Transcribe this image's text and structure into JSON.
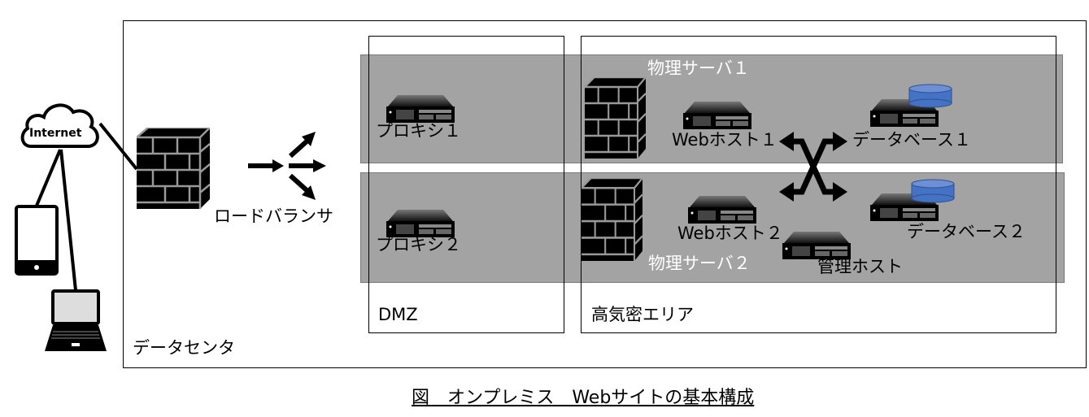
{
  "caption": "図　オンプレミス　Webサイトの基本構成",
  "internet_label": "Internet",
  "zones": {
    "datacenter": "データセンタ",
    "dmz": "DMZ",
    "secure": "高気密エリア"
  },
  "load_balancer": "ロードバランサ",
  "proxies": [
    "プロキシ１",
    "プロキシ２"
  ],
  "physical_servers": [
    "物理サーバ１",
    "物理サーバ２"
  ],
  "web_hosts": [
    "Webホスト１",
    "Webホスト２"
  ],
  "databases": [
    "データベース１",
    "データベース２"
  ],
  "mgmt_host": "管理ホスト",
  "colors": {
    "band": "#8c8c8c",
    "db": "#4472c4"
  }
}
